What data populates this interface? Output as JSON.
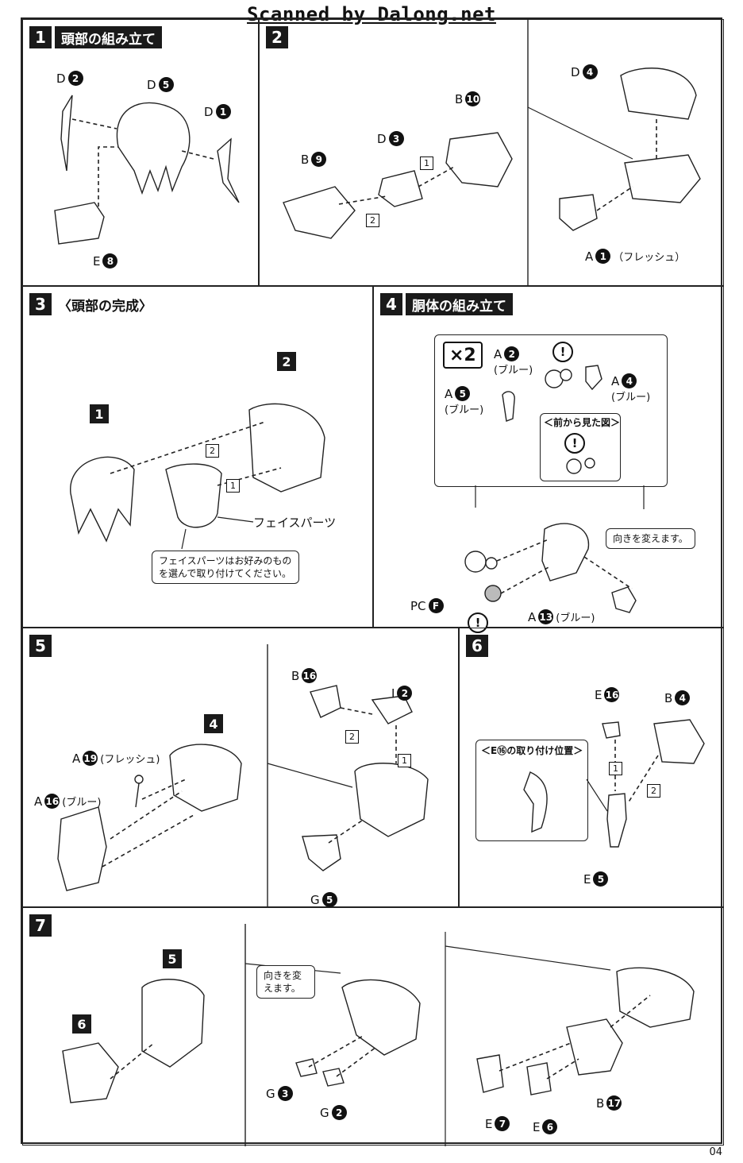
{
  "scan_credit": "Scanned by Dalong.net",
  "page_number": "04",
  "steps": {
    "s1": {
      "num": "1",
      "title": "頭部の組み立て",
      "labels": {
        "d2": {
          "letter": "D",
          "n": "2"
        },
        "d5": {
          "letter": "D",
          "n": "5"
        },
        "d1": {
          "letter": "D",
          "n": "1"
        },
        "e8": {
          "letter": "E",
          "n": "8"
        }
      }
    },
    "s2": {
      "num": "2",
      "labels": {
        "b10": {
          "letter": "B",
          "n": "10"
        },
        "d3": {
          "letter": "D",
          "n": "3"
        },
        "b9": {
          "letter": "B",
          "n": "9"
        },
        "d4": {
          "letter": "D",
          "n": "4"
        },
        "a1": {
          "letter": "A",
          "n": "1",
          "tag": "（フレッシュ）"
        }
      },
      "order": [
        "1",
        "2"
      ]
    },
    "s3": {
      "num": "3",
      "title": "〈頭部の完成〉",
      "ref1": "1",
      "ref2": "2",
      "face_label": "フェイスパーツ",
      "note": "フェイスパーツはお好みのものを選んで取り付けてください。",
      "order": [
        "1",
        "2"
      ]
    },
    "s4": {
      "num": "4",
      "title": "胴体の組み立て",
      "x2": "×2",
      "labels": {
        "a2": {
          "letter": "A",
          "n": "2",
          "tag": "(ブルー)"
        },
        "a4": {
          "letter": "A",
          "n": "4",
          "tag": "(ブルー)"
        },
        "a5": {
          "letter": "A",
          "n": "5",
          "tag": "(ブルー)"
        },
        "pcf": {
          "letter": "PC",
          "n": "F"
        },
        "a13": {
          "letter": "A",
          "n": "13",
          "tag": "(ブルー)"
        }
      },
      "front_view": "＜前から見た図＞",
      "rotate_note": "向きを変えます。",
      "excl": "!"
    },
    "s5": {
      "num": "5",
      "ref4": "4",
      "labels": {
        "a19": {
          "letter": "A",
          "n": "19",
          "tag": "(フレッシュ)"
        },
        "a16": {
          "letter": "A",
          "n": "16",
          "tag": "(ブルー)"
        },
        "b16": {
          "letter": "B",
          "n": "16"
        },
        "i2": {
          "letter": "I",
          "n": "2"
        },
        "g5": {
          "letter": "G",
          "n": "5"
        }
      },
      "order": [
        "1",
        "2"
      ]
    },
    "s6": {
      "num": "6",
      "labels": {
        "e16": {
          "letter": "E",
          "n": "16"
        },
        "b4": {
          "letter": "B",
          "n": "4"
        },
        "e5": {
          "letter": "E",
          "n": "5"
        }
      },
      "position_title": "＜E⑯の取り付け位置＞",
      "order": [
        "1",
        "2"
      ]
    },
    "s7": {
      "num": "7",
      "ref5": "5",
      "ref6": "6",
      "rotate_note": "向きを変えます。",
      "labels": {
        "g3": {
          "letter": "G",
          "n": "3"
        },
        "g2": {
          "letter": "G",
          "n": "2"
        },
        "e7": {
          "letter": "E",
          "n": "7"
        },
        "e6": {
          "letter": "E",
          "n": "6"
        },
        "b17": {
          "letter": "B",
          "n": "17"
        }
      }
    }
  }
}
